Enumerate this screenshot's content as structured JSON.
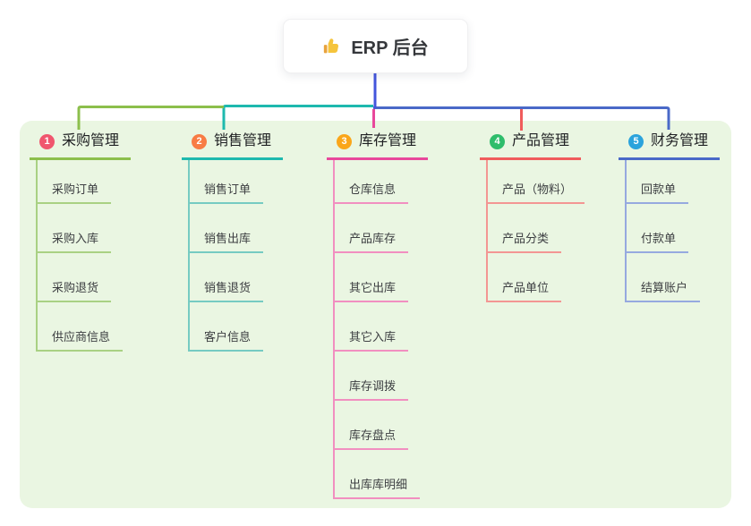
{
  "root": {
    "title": "ERP 后台",
    "icon": "thumbs-up-icon",
    "icon_color": "#F5C43C",
    "stem_color": "#4355DC"
  },
  "panel_color": "#EAF6E2",
  "branches": [
    {
      "index": "1",
      "label": "采购管理",
      "badge_color": "#F0566E",
      "line_color": "#8CBF4C",
      "child_line_color": "#A9D183",
      "children": [
        "采购订单",
        "采购入库",
        "采购退货",
        "供应商信息"
      ]
    },
    {
      "index": "2",
      "label": "销售管理",
      "badge_color": "#F87C44",
      "line_color": "#1EB9AE",
      "child_line_color": "#76CBC2",
      "children": [
        "销售订单",
        "销售出库",
        "销售退货",
        "客户信息"
      ]
    },
    {
      "index": "3",
      "label": "库存管理",
      "badge_color": "#FAA61A",
      "line_color": "#E8489B",
      "child_line_color": "#F18FC0",
      "children": [
        "仓库信息",
        "产品库存",
        "其它出库",
        "其它入库",
        "库存调拨",
        "库存盘点",
        "出库库明细"
      ]
    },
    {
      "index": "4",
      "label": "产品管理",
      "badge_color": "#2EBD6B",
      "line_color": "#F05C5C",
      "child_line_color": "#F39693",
      "children": [
        "产品（物料）",
        "产品分类",
        "产品单位"
      ]
    },
    {
      "index": "5",
      "label": "财务管理",
      "badge_color": "#2BA3DC",
      "line_color": "#4A69C8",
      "child_line_color": "#96A9DF",
      "children": [
        "回款单",
        "付款单",
        "结算账户"
      ]
    }
  ]
}
